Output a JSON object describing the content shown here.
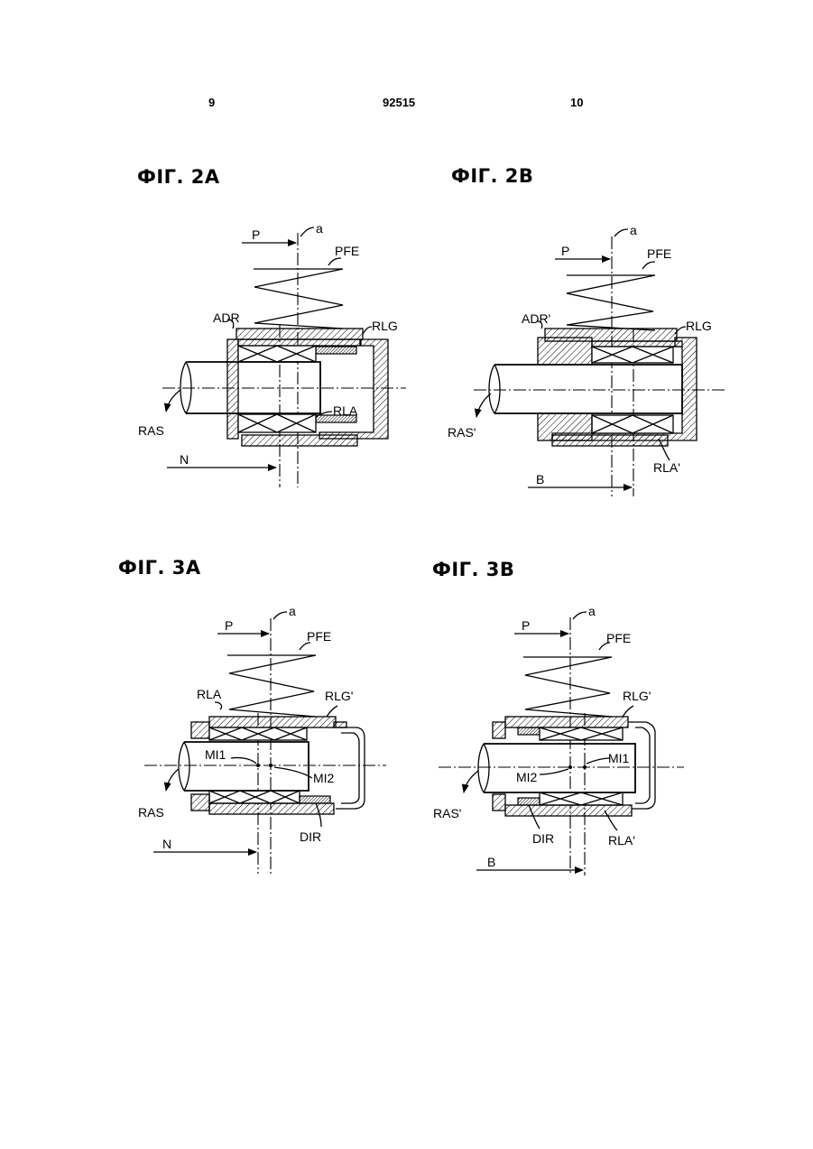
{
  "header": {
    "left_page": "9",
    "doc_number": "92515",
    "right_page": "10"
  },
  "figures": {
    "fig2a": {
      "title": "ФІГ. 2A",
      "labels": {
        "p": "P",
        "axis": "a",
        "spring": "PFE",
        "ring": "ADR",
        "housing": "RLG",
        "bearing": "RLA",
        "shaft": "RAS",
        "offset": "N"
      }
    },
    "fig2b": {
      "title": "ФІГ. 2B",
      "labels": {
        "p": "P",
        "axis": "a",
        "spring": "PFE",
        "ring": "ADR'",
        "housing": "RLG",
        "bearing": "RLA'",
        "shaft": "RAS'",
        "offset": "B"
      }
    },
    "fig3a": {
      "title": "ФІГ. 3A",
      "labels": {
        "p": "P",
        "axis": "a",
        "spring": "PFE",
        "bearing": "RLA",
        "housing": "RLG'",
        "mid1": "MI1",
        "mid2": "MI2",
        "shaft": "RAS",
        "seal": "DIR",
        "offset": "N"
      }
    },
    "fig3b": {
      "title": "ФІГ. 3B",
      "labels": {
        "p": "P",
        "axis": "a",
        "spring": "PFE",
        "housing": "RLG'",
        "mid1": "MI1",
        "mid2": "MI2",
        "shaft": "RAS'",
        "seal": "DIR",
        "bearing": "RLA'",
        "offset": "B"
      }
    }
  }
}
